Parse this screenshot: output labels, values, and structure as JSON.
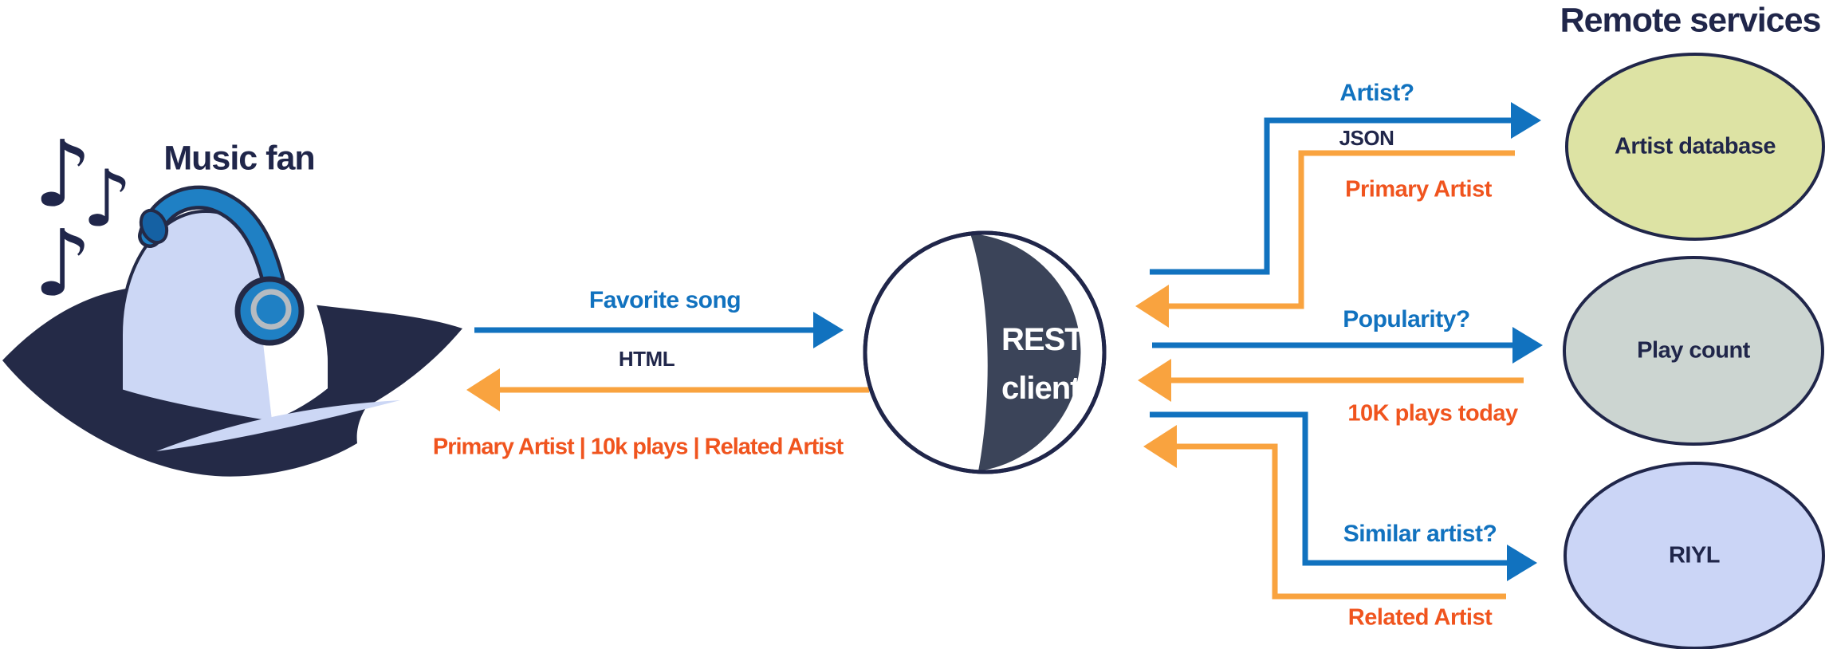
{
  "title": "Remote services",
  "music_fan": {
    "label": "Music fan",
    "note_glyph": "♪"
  },
  "rest_client": {
    "line1": "REST",
    "line2": "client"
  },
  "user_flow": {
    "request_label": "Favorite song",
    "request_format": "HTML",
    "response_label": "Primary Artist | 10k plays | Related Artist"
  },
  "services": [
    {
      "name": "Artist database",
      "request_label": "Artist?",
      "request_format": "JSON",
      "response_label": "Primary Artist",
      "fill": "#dde3a4"
    },
    {
      "name": "Play count",
      "request_label": "Popularity?",
      "response_label": "10K plays today",
      "fill": "#ccd5d1"
    },
    {
      "name": "RIYL",
      "request_label": "Similar artist?",
      "response_label": "Related Artist",
      "fill": "#cbd5f6"
    }
  ],
  "colors": {
    "request_blue": "#1172bf",
    "response_orange": "#f9a33f",
    "response_text_orange": "#f0541e",
    "navy": "#20264a",
    "figure_dark": "#242a47",
    "figure_light": "#ccd7f5",
    "headphone_blue": "#1f80c4",
    "client_dark": "#3b4459"
  }
}
